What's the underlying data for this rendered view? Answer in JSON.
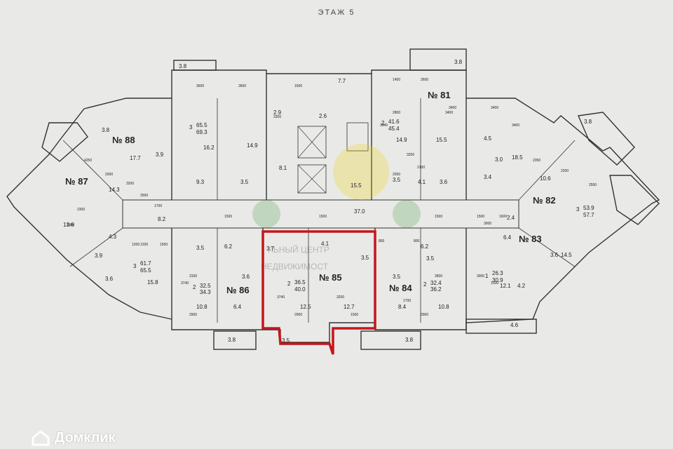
{
  "floor_title": "ЭТАЖ 5",
  "brand": {
    "name": "Домклик",
    "icon": "house-logo-icon"
  },
  "overlay_text": [
    "ЛЬНЫЙ ЦЕНТР",
    "НЕДВИЖИМОСТ"
  ],
  "highlight_color": "#c4161c",
  "highlighted_apartment": "№ 85",
  "corridor_area": "37.0",
  "apartments": [
    {
      "id": "№ 81",
      "rooms": "2",
      "living": "41.6",
      "total": "45.4"
    },
    {
      "id": "№ 82",
      "rooms": "3",
      "living": "53.9",
      "total": "57.7"
    },
    {
      "id": "№ 83",
      "rooms": "1",
      "living": "26.3",
      "total": "30.9"
    },
    {
      "id": "№ 84",
      "rooms": "2",
      "living": "32.4",
      "total": "36.2"
    },
    {
      "id": "№ 85",
      "rooms": "2",
      "living": "36.5",
      "total": "40.0"
    },
    {
      "id": "№ 86",
      "rooms": "2",
      "living": "32.5",
      "total": "34.3"
    },
    {
      "id": "№ 87",
      "rooms": "3",
      "living": "61.7",
      "total": "65.5"
    },
    {
      "id": "№ 88",
      "rooms": "3",
      "living": "65.5",
      "total": "69.3"
    }
  ],
  "room_areas": [
    "14.9",
    "16.2",
    "9.3",
    "3.5",
    "8.1",
    "2.9",
    "2.6",
    "7.7",
    "15.5",
    "3.5",
    "4.1",
    "3.6",
    "14.9",
    "15.5",
    "4.5",
    "18.5",
    "3.4",
    "3.0",
    "10.6",
    "17.7",
    "3.9",
    "14.3",
    "13.6",
    "8.2",
    "3.9",
    "4.3",
    "3.6",
    "15.8",
    "3.5",
    "6.2",
    "3.6",
    "10.8",
    "6.4",
    "3.7",
    "4.1",
    "3.5",
    "12.5",
    "12.7",
    "3.5",
    "6.2",
    "8.4",
    "10.8",
    "3.5",
    "2.4",
    "6.4",
    "14.5",
    "3.6",
    "4.2",
    "12.1"
  ],
  "balconies": [
    "3.8",
    "3.8",
    "3.8",
    "3.8",
    "3.8",
    "3.5",
    "3.8",
    "4.6"
  ],
  "dimensions": [
    "3600",
    "3600",
    "3300",
    "1500",
    "1450",
    "2600",
    "2800",
    "3400",
    "3340",
    "3250",
    "2100",
    "2000",
    "3200",
    "2500",
    "1700",
    "2300",
    "1900",
    "4250",
    "2000",
    "3400",
    "3400",
    "3400",
    "2350",
    "2200",
    "2550",
    "3000",
    "1500",
    "1500",
    "1500",
    "1500",
    "1600",
    "800",
    "800",
    "2800",
    "3000",
    "3100",
    "1700",
    "3740",
    "3200",
    "1200",
    "1500",
    "1200",
    "2330",
    "3740",
    "2900",
    "2900",
    "1500",
    "2900"
  ]
}
